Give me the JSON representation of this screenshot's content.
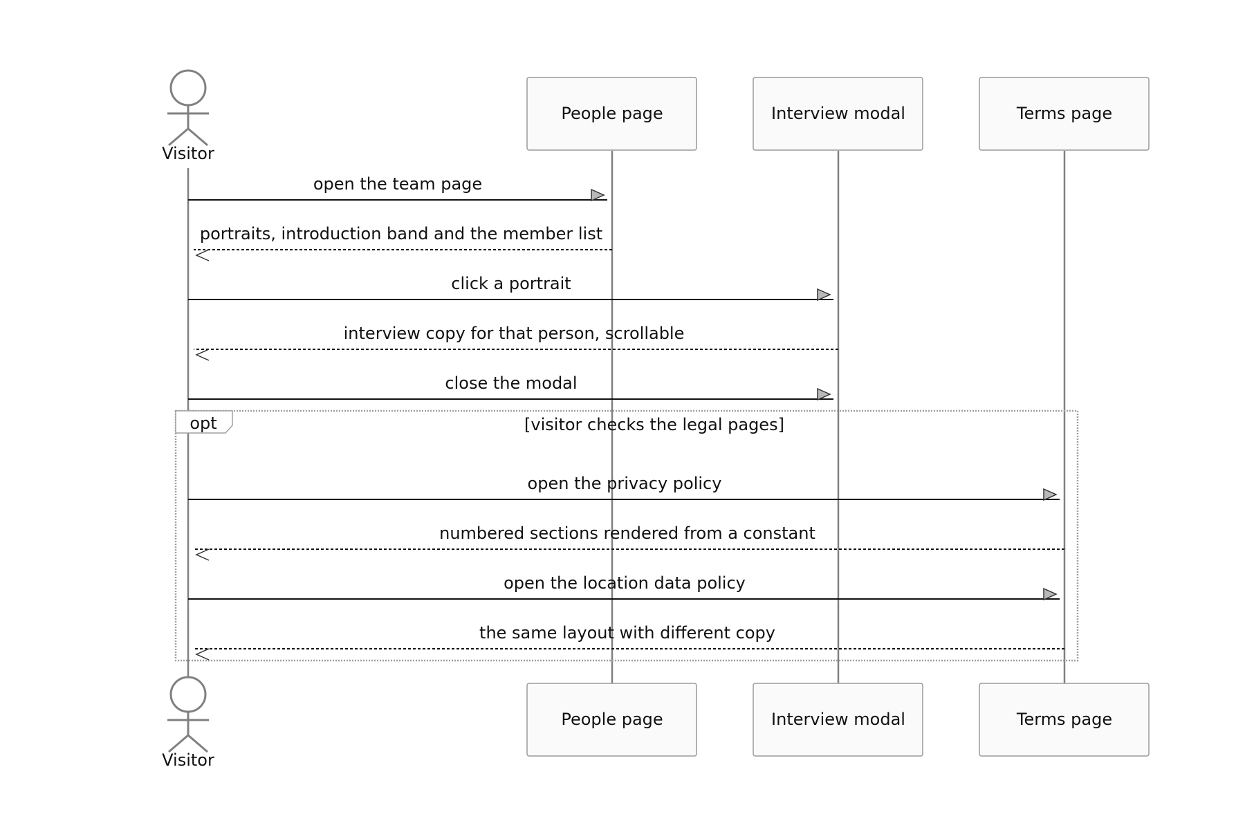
{
  "participants": [
    {
      "id": "visitor",
      "label": "Visitor",
      "kind": "actor"
    },
    {
      "id": "people",
      "label": "People page",
      "kind": "box"
    },
    {
      "id": "interview",
      "label": "Interview modal",
      "kind": "box"
    },
    {
      "id": "terms",
      "label": "Terms page",
      "kind": "box"
    }
  ],
  "messages": [
    {
      "from": "visitor",
      "to": "people",
      "label": "open the team page",
      "style": "sync"
    },
    {
      "from": "people",
      "to": "visitor",
      "label": "portraits, introduction band and the member list",
      "style": "reply"
    },
    {
      "from": "visitor",
      "to": "interview",
      "label": "click a portrait",
      "style": "sync"
    },
    {
      "from": "interview",
      "to": "visitor",
      "label": "interview copy for that person, scrollable",
      "style": "reply"
    },
    {
      "from": "visitor",
      "to": "interview",
      "label": "close the modal",
      "style": "sync"
    },
    {
      "from": "visitor",
      "to": "terms",
      "label": "open the privacy policy",
      "style": "sync"
    },
    {
      "from": "terms",
      "to": "visitor",
      "label": "numbered sections rendered from a constant",
      "style": "reply"
    },
    {
      "from": "visitor",
      "to": "terms",
      "label": "open the location data policy",
      "style": "sync"
    },
    {
      "from": "terms",
      "to": "visitor",
      "label": "the same layout with different copy",
      "style": "reply"
    }
  ],
  "fragment": {
    "kind": "opt",
    "condition": "[visitor checks the legal pages]",
    "first_message": 5,
    "last_message": 8
  }
}
